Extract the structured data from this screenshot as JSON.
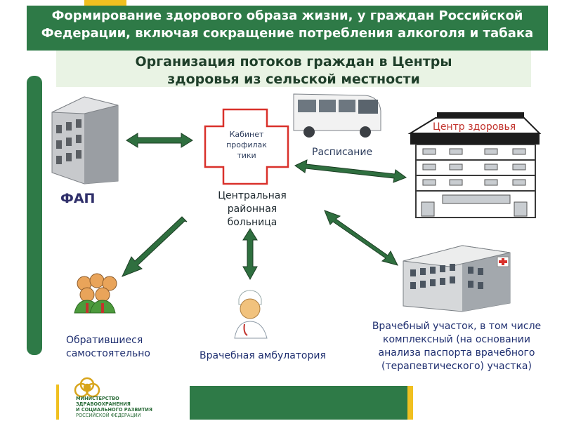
{
  "header": {
    "title": "Формирование здорового образа жизни, у граждан Российской Федерации, включая сокращение потребления алкоголя и табака"
  },
  "subtitle": {
    "line1": "Организация потоков граждан в Центры",
    "line2": "здоровья из сельской местности"
  },
  "nodes": {
    "cabinet": {
      "line1": "Кабинет",
      "line2": "профилак",
      "line3": "тики"
    },
    "crh": {
      "line1": "Центральная",
      "line2": "районная",
      "line3": "больница"
    },
    "fap": "ФАП",
    "schedule": "Расписание",
    "center_zdorovya": "Центр здоровья",
    "self_referred": {
      "line1": "Обратившиеся",
      "line2": "самостоятельно"
    },
    "ambulatoria": "Врачебная амбулатория",
    "uchastok": {
      "line1": "Врачебный  участок, в том числе",
      "line2": "комплексный (на основании",
      "line3": "анализа паспорта врачебного",
      "line4": "(терапевтического) участка)"
    }
  },
  "footer": {
    "ministry_line1": "МИНИСТЕРСТВО",
    "ministry_line2": "ЗДРАВООХРАНЕНИЯ",
    "ministry_line3": "И СОЦИАЛЬНОГО РАЗВИТИЯ",
    "ministry_line4": "РОССИЙСКОЙ ФЕДЕРАЦИИ"
  },
  "colors": {
    "brand_green": "#2e7a47",
    "accent_yellow": "#f0c020",
    "cross_red": "#d9312b",
    "arrow_green": "#2f6f3f"
  }
}
